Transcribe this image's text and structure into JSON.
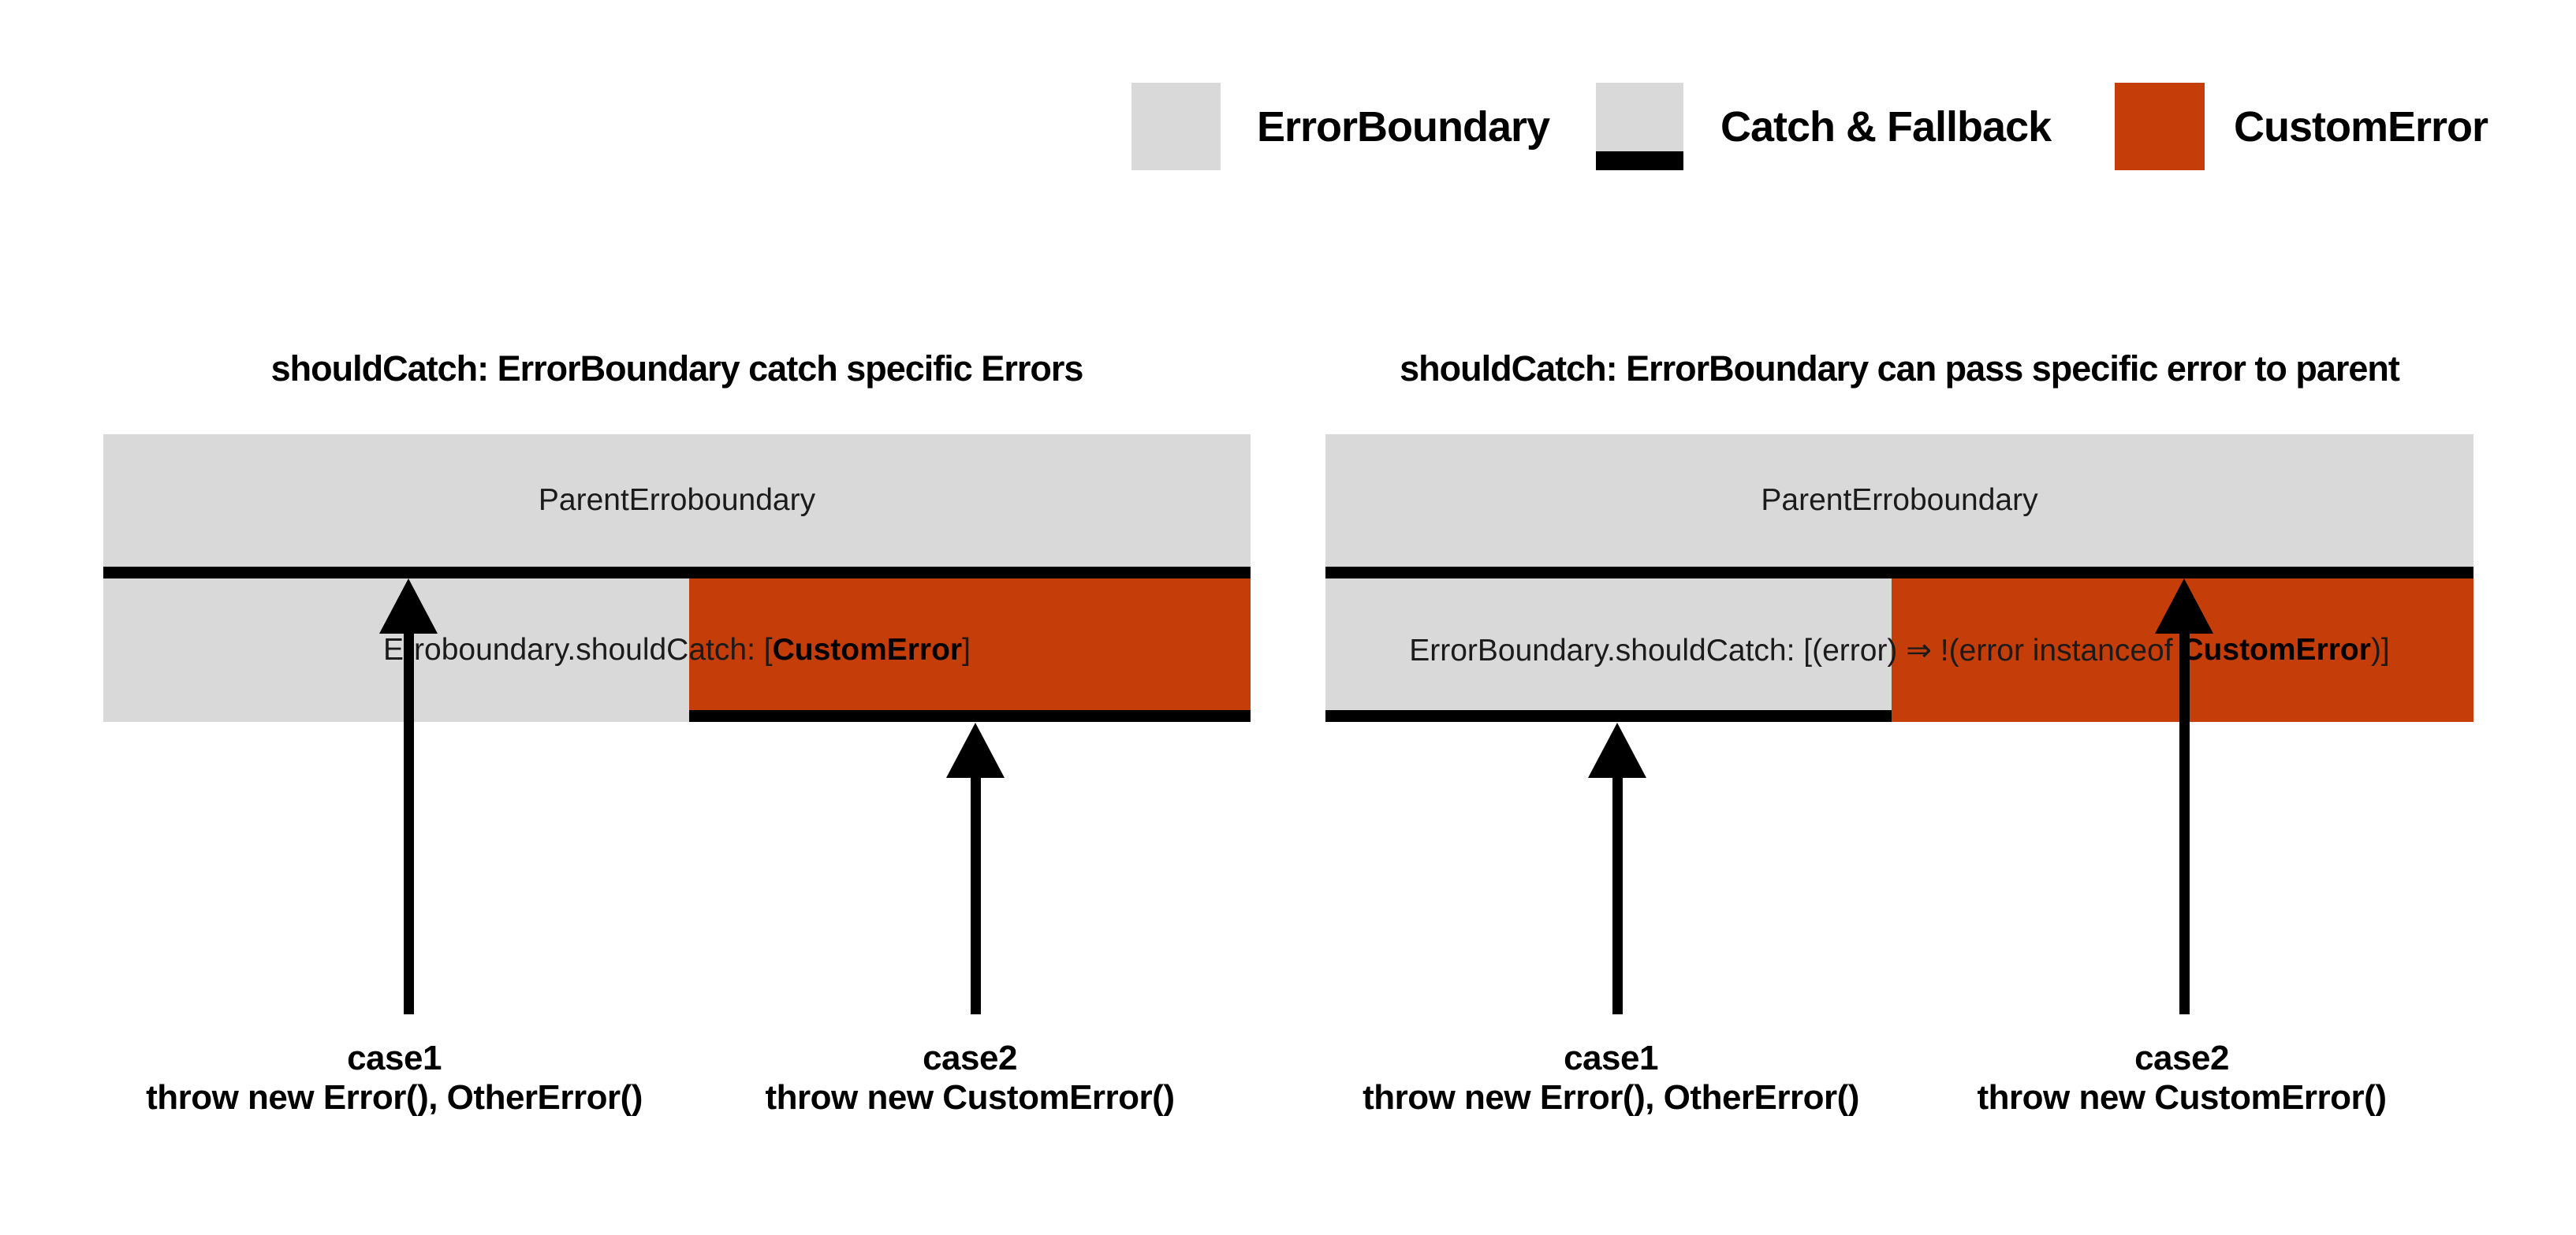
{
  "colors": {
    "boundary_gray": "#d9d9d9",
    "custom_error_orange": "#c53d08",
    "catch_black": "#000000"
  },
  "legend": {
    "items": [
      {
        "label": "ErrorBoundary",
        "swatch": "gray"
      },
      {
        "label": "Catch & Fallback",
        "swatch": "gray-catch"
      },
      {
        "label": "CustomError",
        "swatch": "orange"
      }
    ]
  },
  "diagrams": [
    {
      "title": "shouldCatch: ErrorBoundary catch specific Errors",
      "parent_bar_label": "ParentErroboundary",
      "child_bar": {
        "text_prefix": "Erroboundary.shouldCatch: [",
        "text_bold": "CustomError",
        "text_suffix": "]"
      },
      "cases": [
        {
          "name": "case1",
          "code": "throw new Error(), OtherError()"
        },
        {
          "name": "case2",
          "code": "throw new CustomError()"
        }
      ]
    },
    {
      "title": "shouldCatch: ErrorBoundary can pass specific error to parent",
      "parent_bar_label": "ParentErroboundary",
      "child_bar": {
        "text_prefix": "ErrorBoundary.shouldCatch: [(error) ⇒ !(error instanceof ",
        "text_bold": "CustomError",
        "text_suffix": ")]"
      },
      "cases": [
        {
          "name": "case1",
          "code": "throw new Error(), OtherError()"
        },
        {
          "name": "case2",
          "code": "throw new CustomError()"
        }
      ]
    }
  ]
}
